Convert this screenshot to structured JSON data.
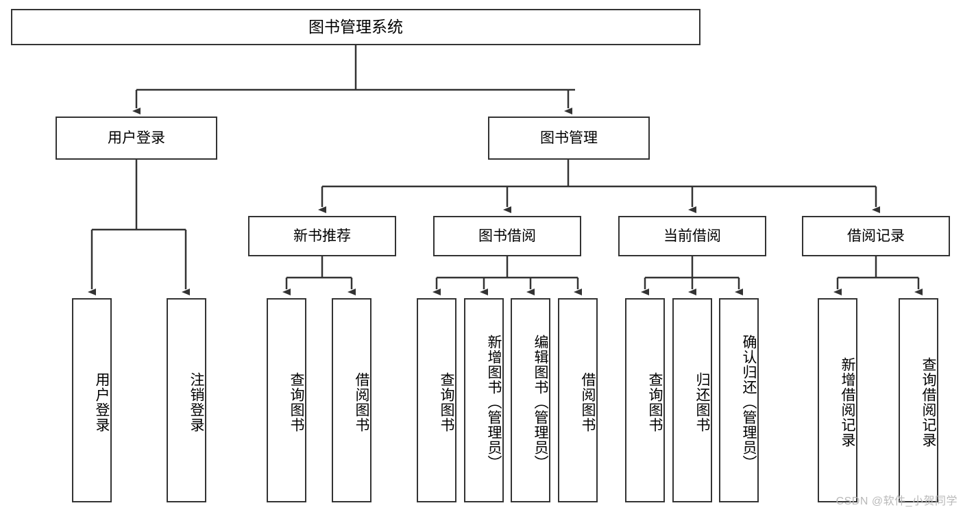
{
  "diagram": {
    "title": "图书管理系统",
    "watermark": "CSDN @软件_小贺同学",
    "line_color": "#333333",
    "box_fill": "#ffffff",
    "text_color": "#000000",
    "root": {
      "label": "图书管理系统"
    },
    "level2": [
      {
        "label": "用户登录"
      },
      {
        "label": "图书管理"
      }
    ],
    "level3": [
      {
        "label": "新书推荐"
      },
      {
        "label": "图书借阅"
      },
      {
        "label": "当前借阅"
      },
      {
        "label": "借阅记录"
      }
    ],
    "leaves": [
      {
        "label": "用户登录",
        "parent": "用户登录"
      },
      {
        "label": "注销登录",
        "parent": "用户登录"
      },
      {
        "label": "查询图书",
        "parent": "新书推荐"
      },
      {
        "label": "借阅图书",
        "parent": "新书推荐"
      },
      {
        "label": "查询图书",
        "parent": "图书借阅"
      },
      {
        "label": "新增图书（管理员）",
        "parent": "图书借阅"
      },
      {
        "label": "编辑图书（管理员）",
        "parent": "图书借阅"
      },
      {
        "label": "借阅图书",
        "parent": "图书借阅"
      },
      {
        "label": "查询图书",
        "parent": "当前借阅"
      },
      {
        "label": "归还图书",
        "parent": "当前借阅"
      },
      {
        "label": "确认归还（管理员）",
        "parent": "当前借阅"
      },
      {
        "label": "新增借阅记录",
        "parent": "借阅记录"
      },
      {
        "label": "查询借阅记录",
        "parent": "借阅记录"
      }
    ]
  }
}
